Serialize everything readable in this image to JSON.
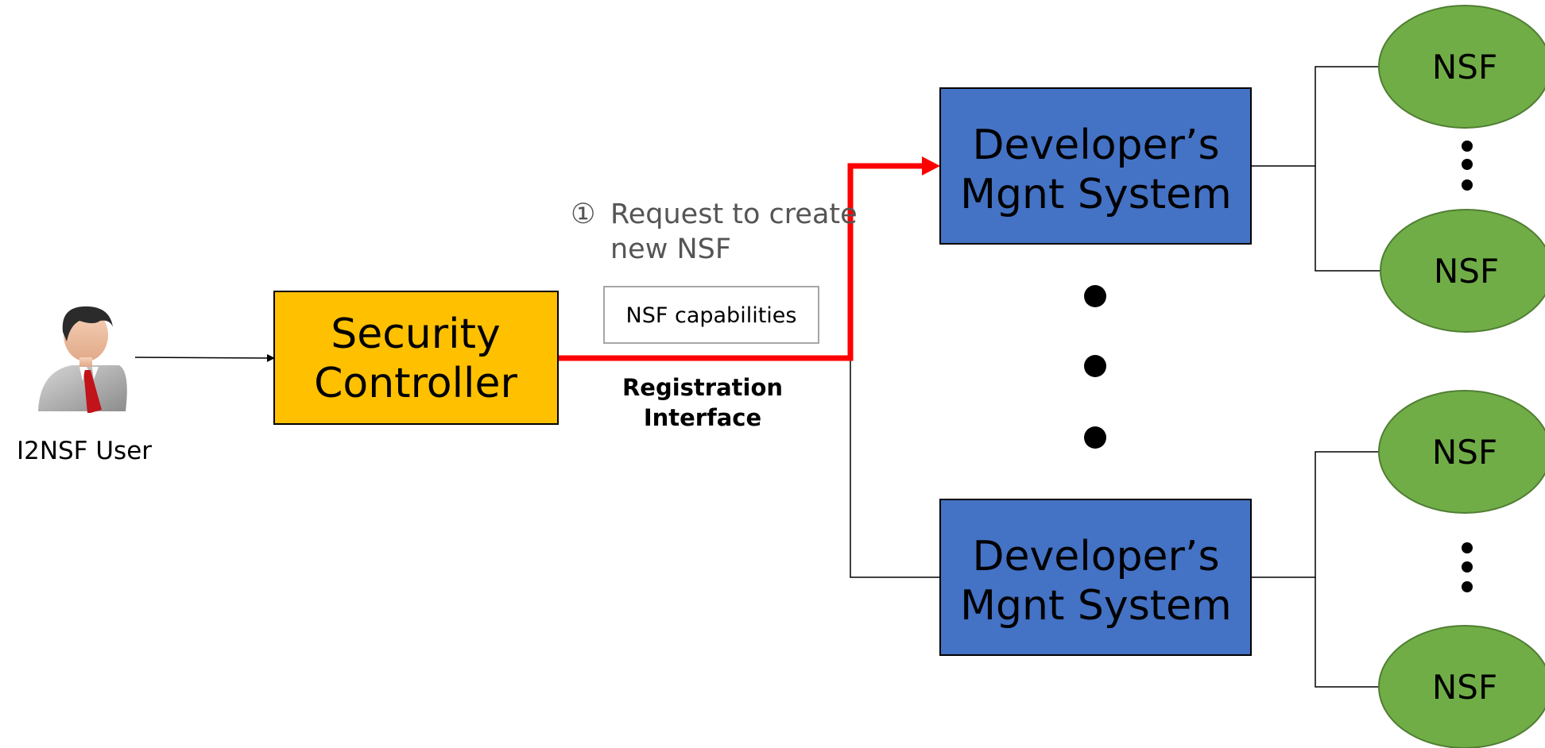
{
  "user": {
    "label": "I2NSF User"
  },
  "security_controller": {
    "line1": "Security",
    "line2": "Controller"
  },
  "request": {
    "marker": "①",
    "line1": "Request to create",
    "line2": "new NSF"
  },
  "capabilities_box": {
    "label": "NSF capabilities"
  },
  "registration_interface": {
    "line1": "Registration",
    "line2": "Interface"
  },
  "mgnt_systems": [
    {
      "line1": "Developer’s",
      "line2": "Mgnt System"
    },
    {
      "line1": "Developer’s",
      "line2": "Mgnt System"
    }
  ],
  "nsfs": [
    {
      "label": "NSF"
    },
    {
      "label": "NSF"
    },
    {
      "label": "NSF"
    },
    {
      "label": "NSF"
    }
  ],
  "colors": {
    "controller_fill": "#FFC000",
    "mgnt_fill": "#4472C4",
    "nsf_fill": "#70AD47",
    "nsf_stroke": "#507E32",
    "highlight_arrow": "#FF0000"
  }
}
